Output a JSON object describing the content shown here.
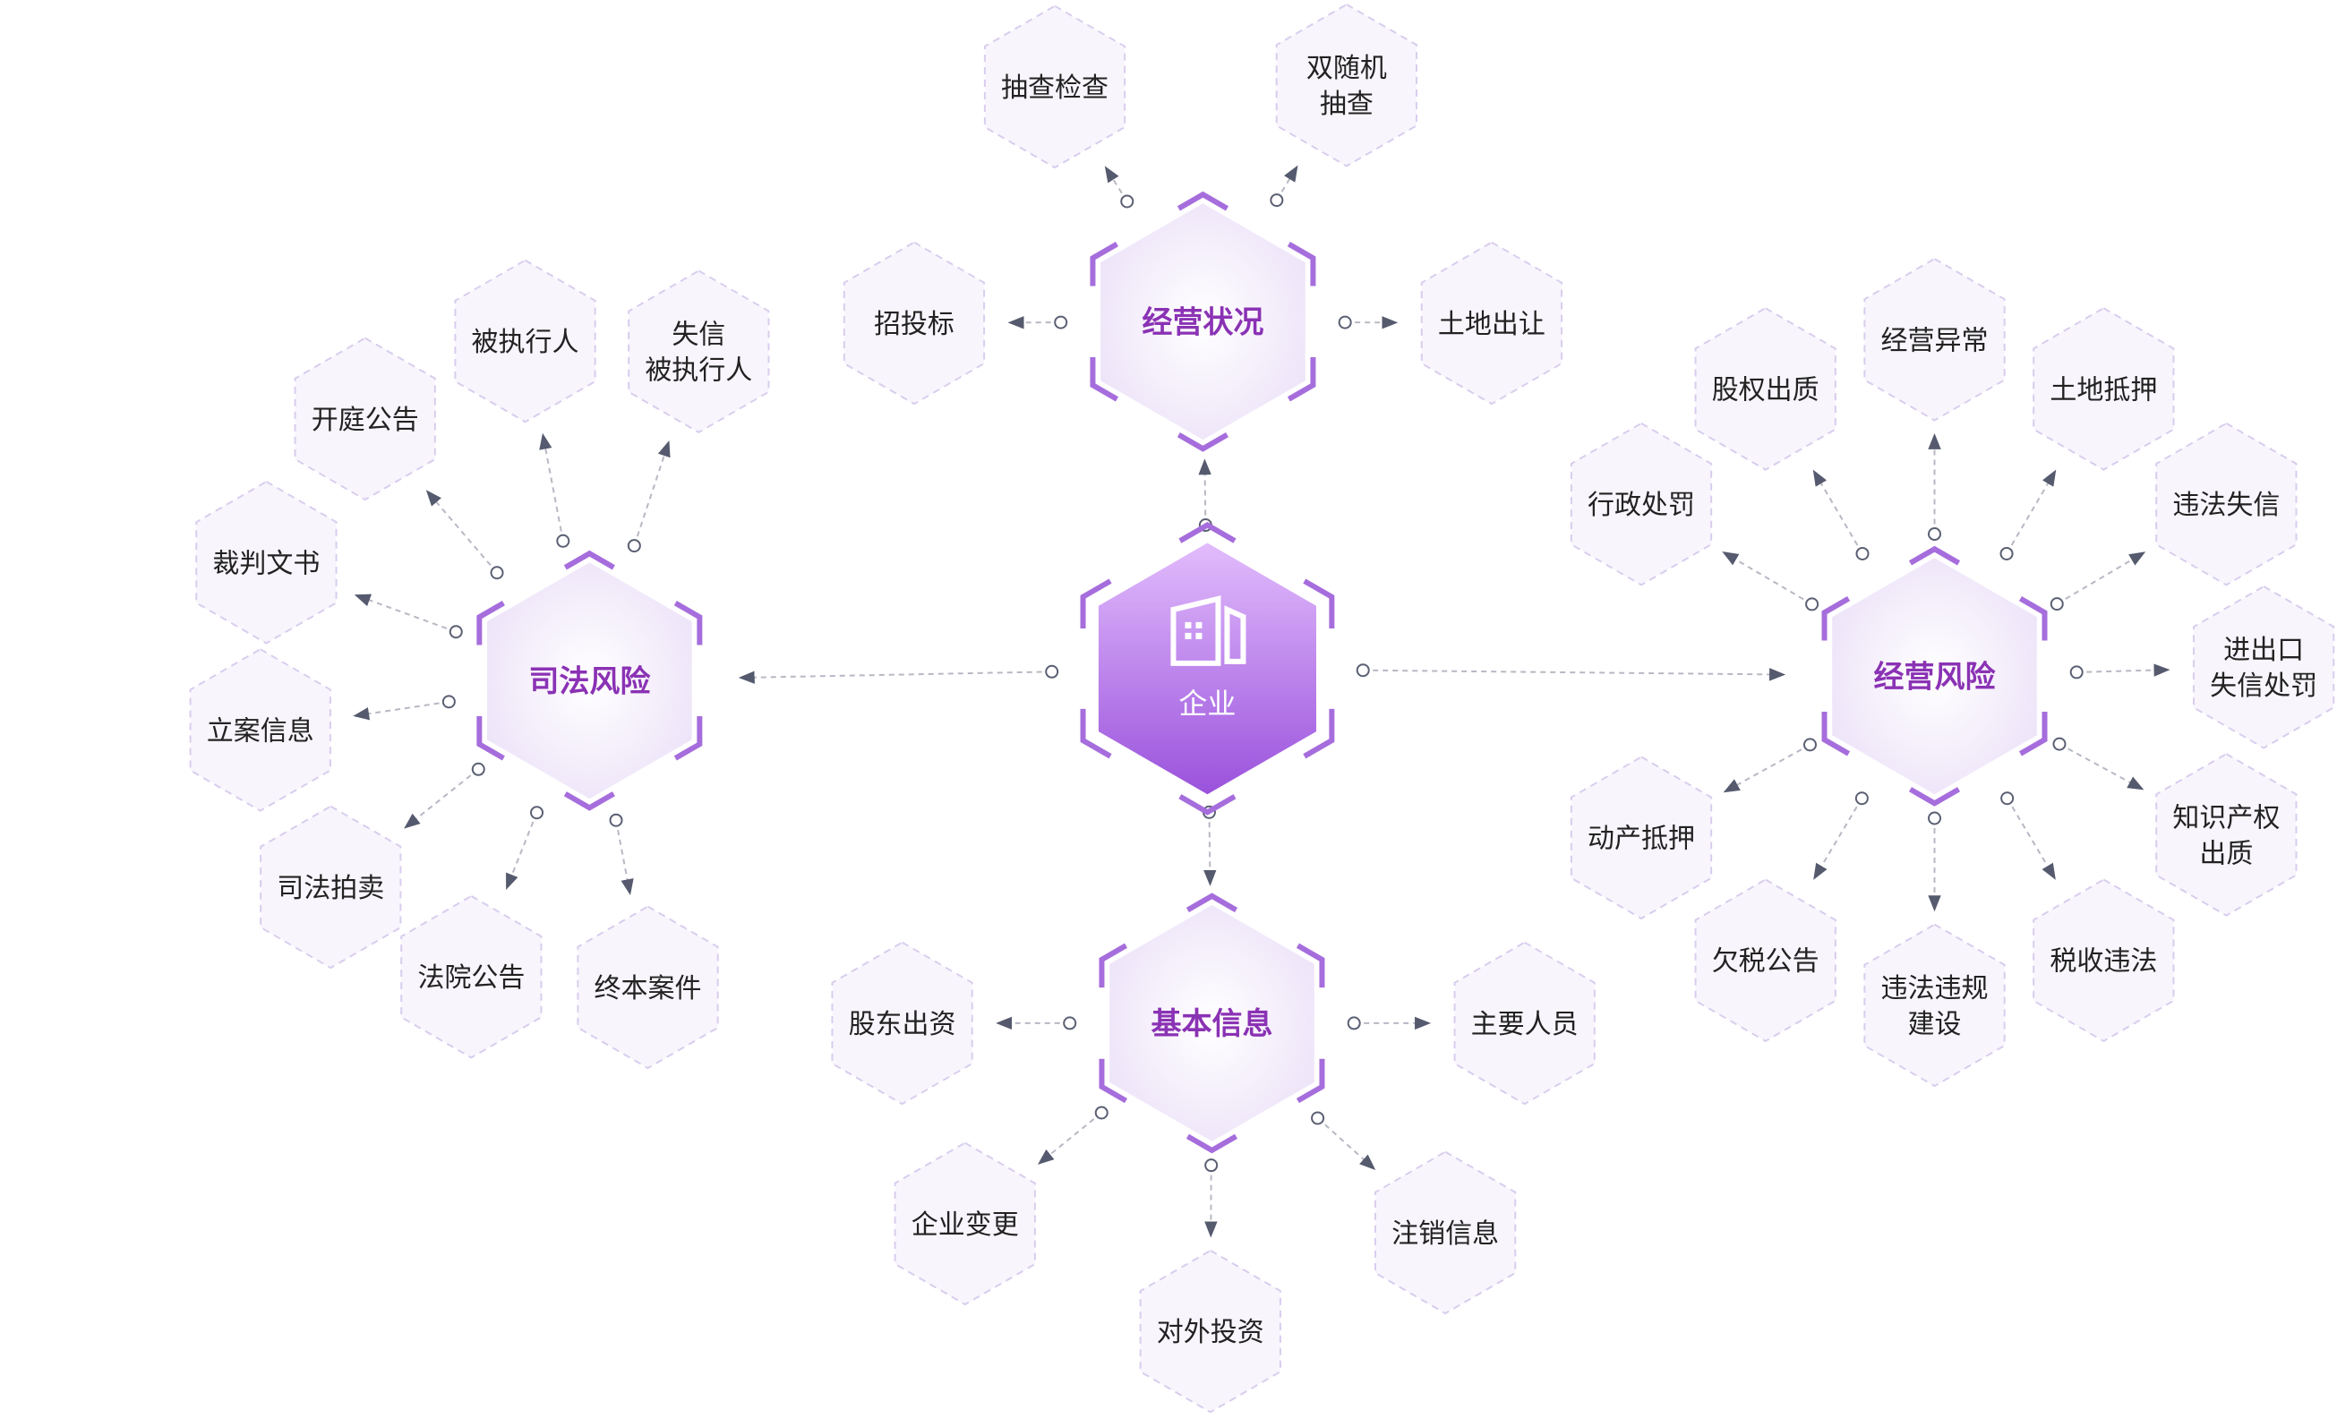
{
  "center": {
    "label": "企业",
    "icon": "building-icon"
  },
  "colors": {
    "accent": "#a66ddc",
    "category_text": "#8a32b4",
    "leaf_fill": "#f8f5fc",
    "leaf_stroke": "#d9cdee",
    "center_top": "#e0b8fb",
    "center_bottom": "#9a52dc",
    "connector": "#b8b8c4"
  },
  "categories": [
    {
      "id": "operation-status",
      "label": "经营状况",
      "leaves": [
        {
          "lines": [
            "抽查检查"
          ]
        },
        {
          "lines": [
            "双随机",
            "抽查"
          ]
        },
        {
          "lines": [
            "招投标"
          ]
        },
        {
          "lines": [
            "土地出让"
          ]
        }
      ]
    },
    {
      "id": "judicial-risk",
      "label": "司法风险",
      "leaves": [
        {
          "lines": [
            "被执行人"
          ]
        },
        {
          "lines": [
            "失信",
            "被执行人"
          ]
        },
        {
          "lines": [
            "开庭公告"
          ]
        },
        {
          "lines": [
            "裁判文书"
          ]
        },
        {
          "lines": [
            "立案信息"
          ]
        },
        {
          "lines": [
            "司法拍卖"
          ]
        },
        {
          "lines": [
            "法院公告"
          ]
        },
        {
          "lines": [
            "终本案件"
          ]
        }
      ]
    },
    {
      "id": "operation-risk",
      "label": "经营风险",
      "leaves": [
        {
          "lines": [
            "股权出质"
          ]
        },
        {
          "lines": [
            "经营异常"
          ]
        },
        {
          "lines": [
            "土地抵押"
          ]
        },
        {
          "lines": [
            "行政处罚"
          ]
        },
        {
          "lines": [
            "违法失信"
          ]
        },
        {
          "lines": [
            "进出口",
            "失信处罚"
          ]
        },
        {
          "lines": [
            "动产抵押"
          ]
        },
        {
          "lines": [
            "知识产权",
            "出质"
          ]
        },
        {
          "lines": [
            "欠税公告"
          ]
        },
        {
          "lines": [
            "违法违规",
            "建设"
          ]
        },
        {
          "lines": [
            "税收违法"
          ]
        }
      ]
    },
    {
      "id": "basic-info",
      "label": "基本信息",
      "leaves": [
        {
          "lines": [
            "股东出资"
          ]
        },
        {
          "lines": [
            "主要人员"
          ]
        },
        {
          "lines": [
            "企业变更"
          ]
        },
        {
          "lines": [
            "注销信息"
          ]
        },
        {
          "lines": [
            "对外投资"
          ]
        }
      ]
    }
  ]
}
